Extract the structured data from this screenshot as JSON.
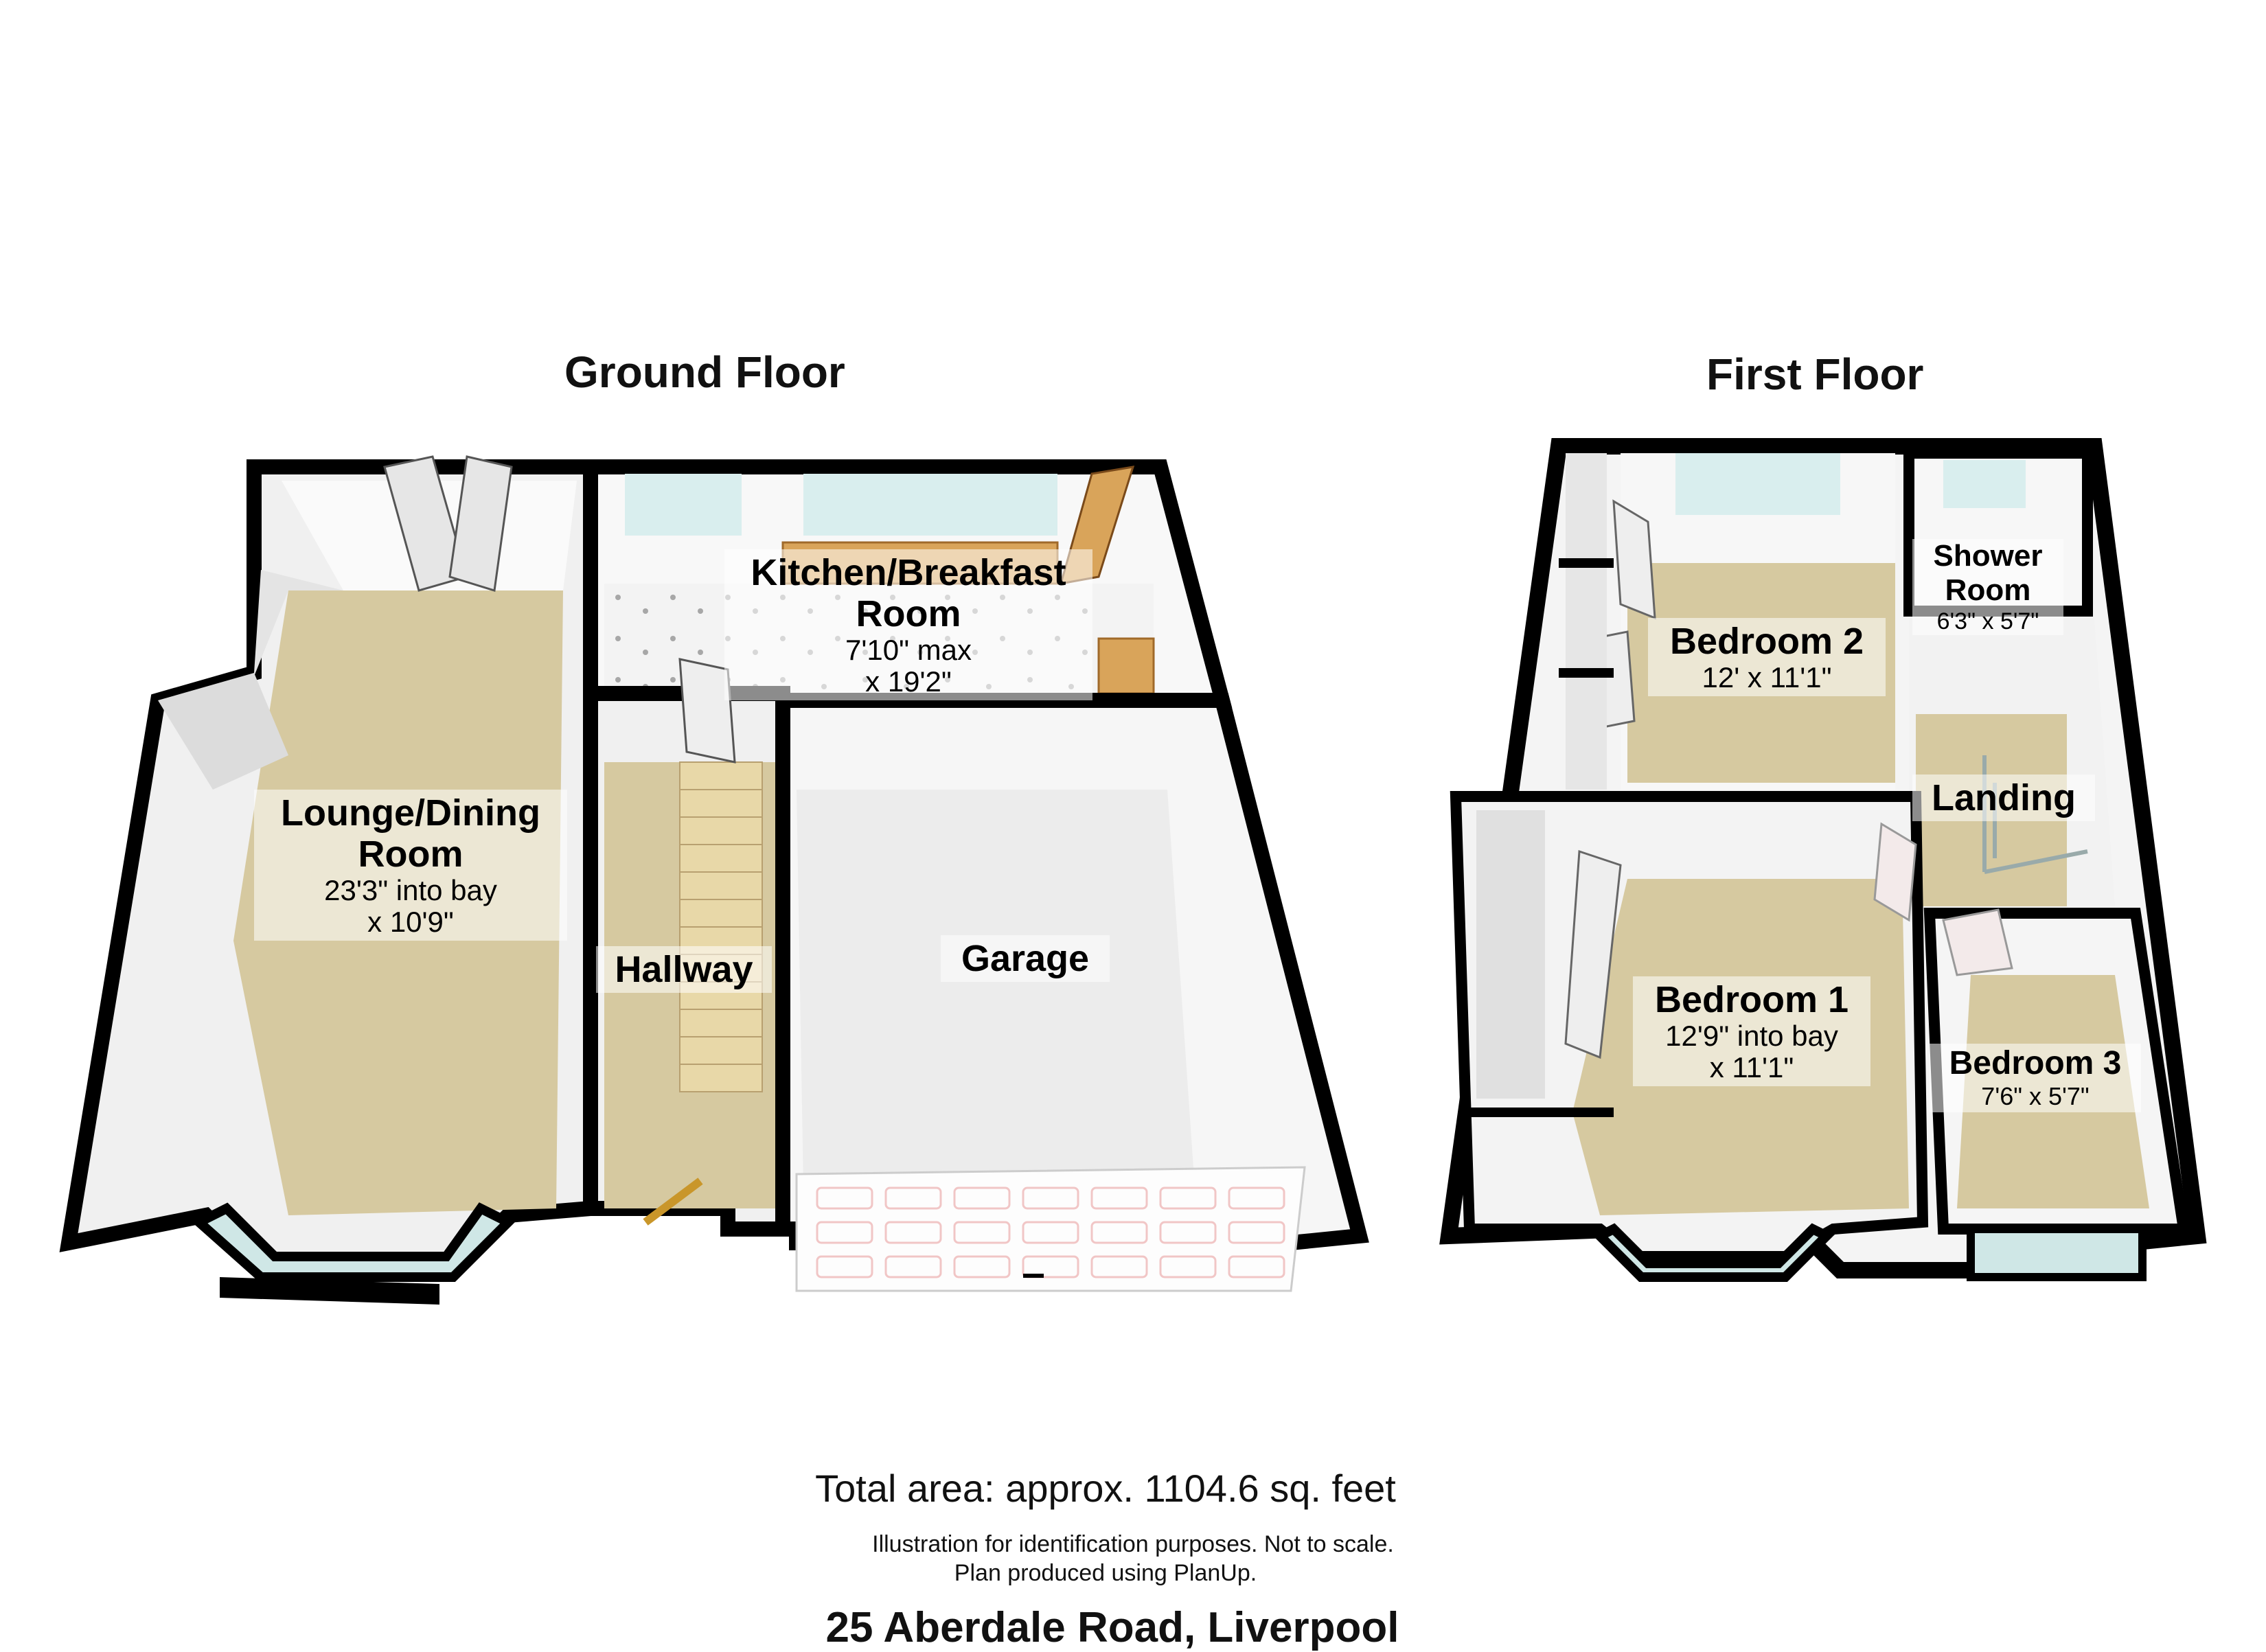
{
  "ground_floor": {
    "title": "Ground Floor",
    "rooms": {
      "kitchen": {
        "name_line1": "Kitchen/Breakfast",
        "name_line2": "Room",
        "dim_line1": "7'10\" max",
        "dim_line2": "x 19'2\""
      },
      "lounge": {
        "name_line1": "Lounge/Dining",
        "name_line2": "Room",
        "dim_line1": "23'3\" into bay",
        "dim_line2": "x 10'9\""
      },
      "hallway": {
        "name": "Hallway"
      },
      "garage": {
        "name": "Garage"
      }
    }
  },
  "first_floor": {
    "title": "First Floor",
    "rooms": {
      "bedroom2": {
        "name": "Bedroom 2",
        "dim": "12' x 11'1\""
      },
      "shower": {
        "name_line1": "Shower",
        "name_line2": "Room",
        "dim": "6'3\" x 5'7\""
      },
      "landing": {
        "name": "Landing"
      },
      "bedroom1": {
        "name": "Bedroom 1",
        "dim_line1": "12'9\" into bay",
        "dim_line2": "x 11'1\""
      },
      "bedroom3": {
        "name": "Bedroom 3",
        "dim": "7'6\" x 5'7\""
      }
    }
  },
  "footer": {
    "total_area": "Total area: approx. 1104.6 sq. feet",
    "disclaimer_line1": "Illustration for identification purposes. Not to scale.",
    "disclaimer_line2": "Plan produced using PlanUp.",
    "address": "25 Aberdale Road, Liverpool"
  },
  "colors": {
    "wall": "#000000",
    "carpet": "#d6c9a0",
    "tile": "#f2f2f2",
    "garage_floor": "#eeeeee",
    "glass": "#d9eeee",
    "door": "#e8e8e8",
    "worktop": "#d9a45a"
  }
}
